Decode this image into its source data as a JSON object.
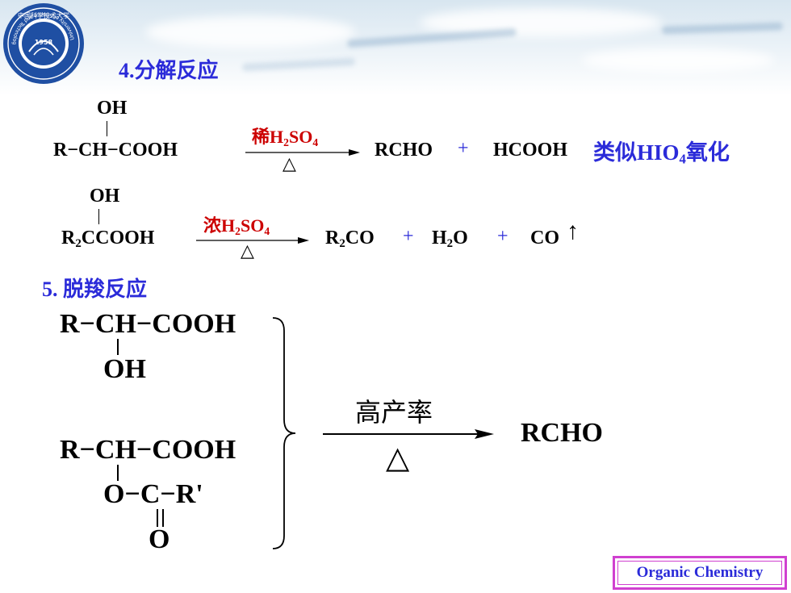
{
  "logo": {
    "year": "1958",
    "ring_text": "University of Science and Technology of China",
    "top_text": "中国科学技术大学"
  },
  "section4": {
    "heading": "4.分解反应",
    "reaction1": {
      "oh": "OH",
      "reactant": "R−CH−COOH",
      "reagent_prefix": "稀",
      "reagent": "H",
      "reagent_sub1": "2",
      "reagent_mid": "SO",
      "reagent_sub2": "4",
      "condition": "△",
      "product1": "RCHO",
      "plus": "+",
      "product2": "HCOOH",
      "note_prefix": "类似HIO",
      "note_sub": "4",
      "note_suffix": "氧化"
    },
    "reaction2": {
      "oh": "OH",
      "reactant_r": "R",
      "reactant_sub": "2",
      "reactant_rest": "CCOOH",
      "reagent_prefix": "浓",
      "reagent": "H",
      "reagent_sub1": "2",
      "reagent_mid": "SO",
      "reagent_sub2": "4",
      "condition": "△",
      "product1_r": "R",
      "product1_sub": "2",
      "product1_rest": "CO",
      "plus1": "+",
      "product2_h": "H",
      "product2_sub": "2",
      "product2_rest": "O",
      "plus2": "+",
      "product3": "CO",
      "gas_arrow": "↑"
    }
  },
  "section5": {
    "heading": "5. 脱羧反应",
    "compound1": {
      "line1": "R−CH−COOH",
      "line2": "OH"
    },
    "compound2": {
      "line1": "R−CH−COOH",
      "line2": "O−C−R'",
      "line3": "O"
    },
    "condition_top": "高产率",
    "condition_bottom": "△",
    "product": "RCHO"
  },
  "footer": {
    "label": "Organic Chemistry"
  },
  "colors": {
    "heading": "#2b2bd9",
    "reagent": "#cc0000",
    "footer_border": "#d040d0"
  }
}
